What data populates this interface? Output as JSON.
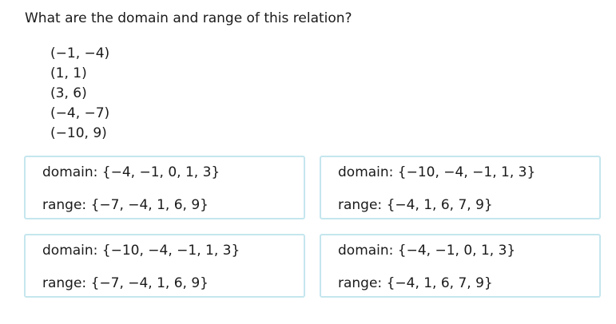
{
  "question": {
    "text": "What are the domain and range of this relation?"
  },
  "relation": {
    "pairs": [
      "(−1, −4)",
      "(1, 1)",
      "(3, 6)",
      "(−4, −7)",
      "(−10, 9)"
    ]
  },
  "choices": [
    {
      "domain": "domain: {−4, −1, 0, 1, 3}",
      "range": "range: {−7, −4, 1, 6, 9}"
    },
    {
      "domain": "domain: {−10, −4, −1, 1, 3}",
      "range": "range: {−4, 1, 6, 7, 9}"
    },
    {
      "domain": "domain: {−10, −4, −1, 1, 3}",
      "range": "range: {−7, −4, 1, 6, 9}"
    },
    {
      "domain": "domain: {−4, −1, 0, 1, 3}",
      "range": "range: {−4, 1, 6, 7, 9}"
    }
  ],
  "colors": {
    "choice_border": "#c5e6ee",
    "text": "#1a1a1a"
  }
}
